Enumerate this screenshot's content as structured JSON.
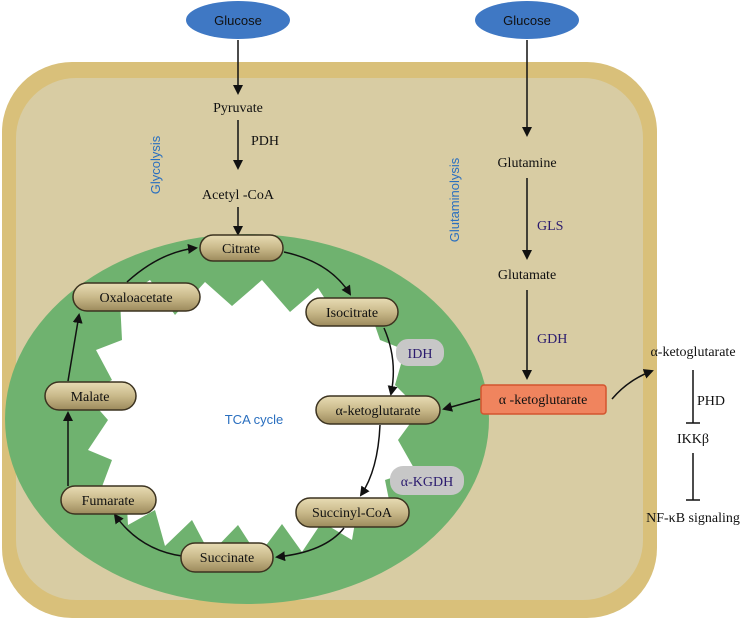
{
  "colors": {
    "cell_outer": "#d9c07a",
    "cell_inner": "#d8cca3",
    "mito": "#6fb26f",
    "pill_fill": "#c9b98a",
    "glucose": "#3f78c4",
    "akg_box": "#f0845e",
    "enzyme_badge": "#c7c7c7",
    "side_label": "#2a6fbf"
  },
  "glucose": [
    "Glucose",
    "Glucose"
  ],
  "glycolysis": {
    "side_label": "Glycolysis",
    "pyruvate": "Pyruvate",
    "pdh": "PDH",
    "acetyl_coa": "Acetyl -CoA"
  },
  "glutaminolysis": {
    "side_label": "Glutaminolysis",
    "glutamine": "Glutamine",
    "gls": "GLS",
    "glutamate": "Glutamate",
    "gdh": "GDH",
    "akg_box": "α -ketoglutarate"
  },
  "tca": {
    "center_label": "TCA cycle",
    "citrate": "Citrate",
    "isocitrate": "Isocitrate",
    "akg": "α-ketoglutarate",
    "succinyl_coa": "Succinyl-CoA",
    "succinate": "Succinate",
    "fumarate": "Fumarate",
    "malate": "Malate",
    "oxaloacetate": "Oxaloacetate",
    "idh": "IDH",
    "akgdh": "α-KGDH"
  },
  "signaling": {
    "akg": "α-ketoglutarate",
    "phd": "PHD",
    "ikk": "IKKβ",
    "nfkb": "NF-κB signaling"
  }
}
